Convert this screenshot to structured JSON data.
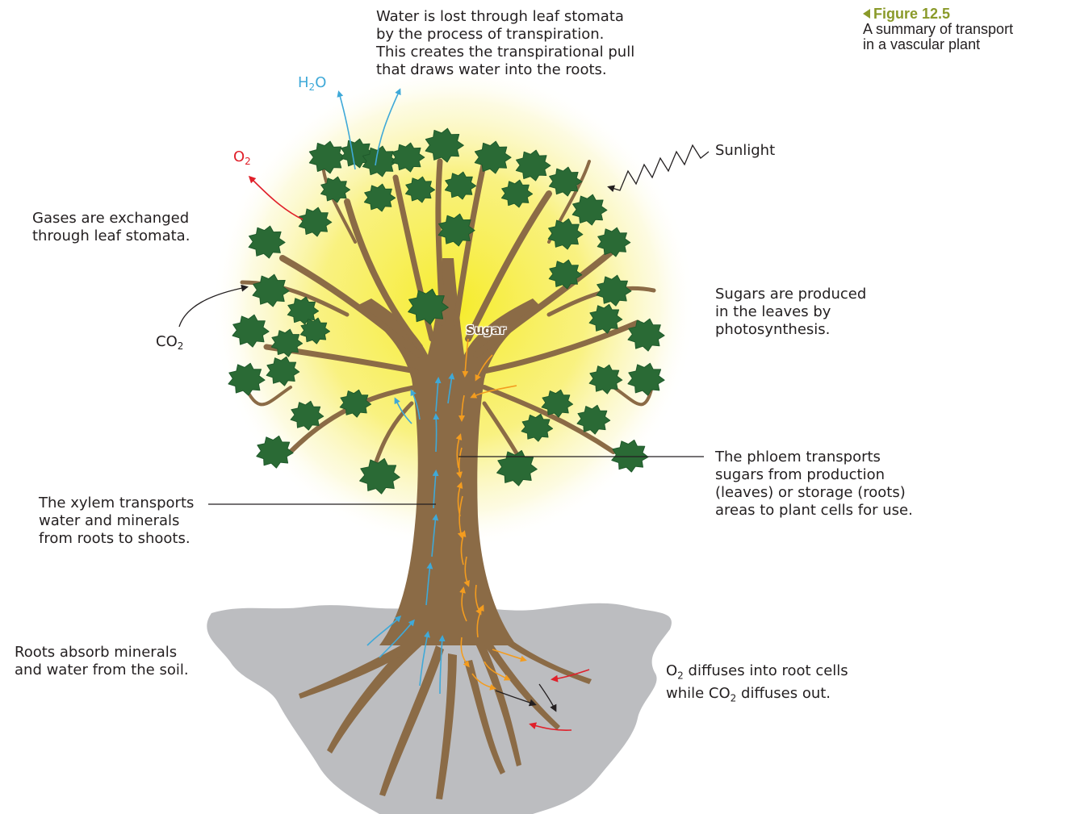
{
  "figure": {
    "number": "Figure 12.5",
    "caption_lines": [
      "A summary of transport",
      "in a vascular plant"
    ]
  },
  "labels": {
    "transpiration": [
      "Water is lost through leaf stomata",
      "by the process of transpiration.",
      "This creates the transpirational pull",
      "that draws water into the roots."
    ],
    "sunlight": "Sunlight",
    "gases": [
      "Gases are exchanged",
      "through leaf stomata."
    ],
    "sugars": [
      "Sugars are produced",
      "in the leaves by",
      "photosynthesis."
    ],
    "phloem": [
      "The phloem transports",
      "sugars from production",
      "(leaves) or storage (roots)",
      "areas to plant cells for use."
    ],
    "xylem": [
      "The xylem transports",
      "water and minerals",
      "from roots to shoots."
    ],
    "roots": [
      "Roots absorb minerals",
      "and water from the soil."
    ],
    "root_gas": {
      "line1": {
        "a": "O",
        "sub": "2",
        "b": " diffuses into root cells"
      },
      "line2": {
        "a": "while CO",
        "sub": "2",
        "b": " diffuses out."
      }
    },
    "h2o": {
      "a": "H",
      "sub": "2",
      "b": "O"
    },
    "o2": {
      "a": "O",
      "sub": "2"
    },
    "co2": {
      "a": "CO",
      "sub": "2"
    },
    "sugar": "Sugar"
  },
  "colors": {
    "water_arrow": "#3fa9d8",
    "sugar_arrow": "#f39c1f",
    "oxygen_arrow": "#e0202a",
    "figure_accent": "#8a9a2a",
    "trunk": "#8b6b46",
    "leaf": "#2a6a35",
    "soil": "#bcbdc0",
    "glow": "#f6ec2a"
  }
}
